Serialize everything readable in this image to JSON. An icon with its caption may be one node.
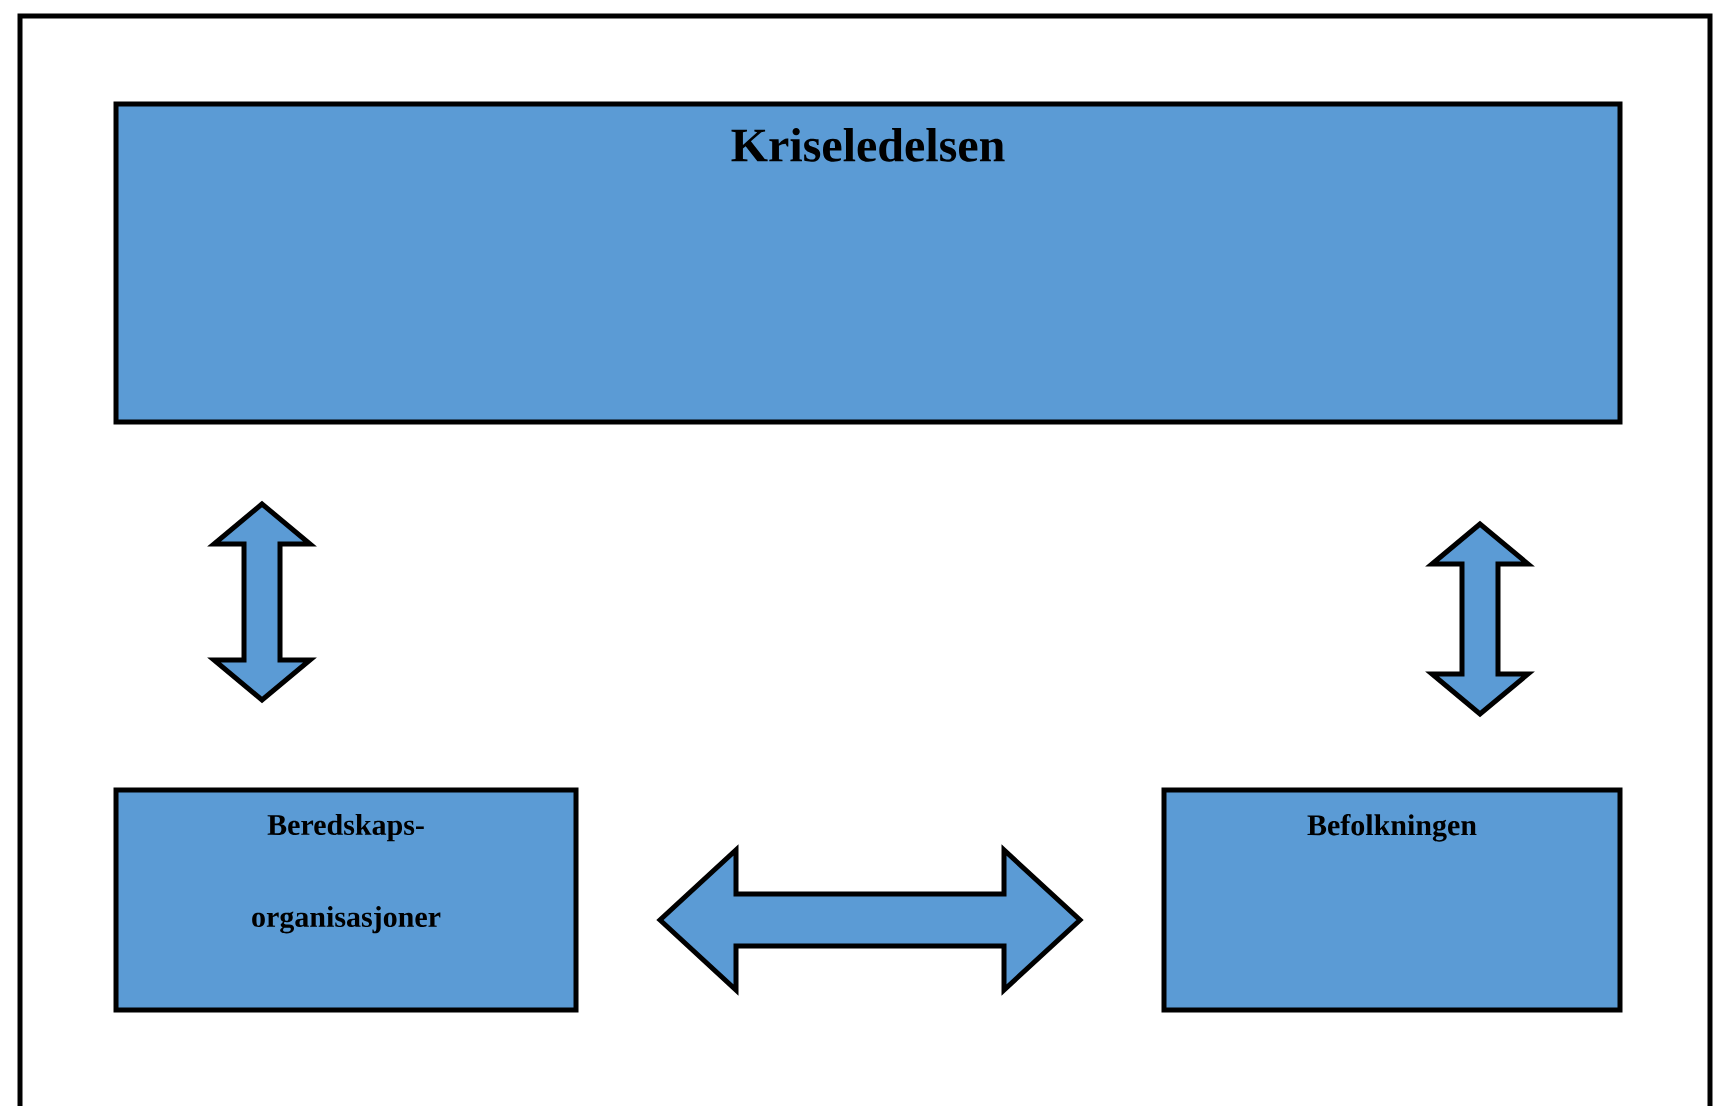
{
  "diagram": {
    "nodes": [
      {
        "text": [
          "Kriseledelsen"
        ]
      },
      {
        "text": [
          "Beredskaps- organisasjoner"
        ]
      },
      {
        "text": [
          "Befolkningen"
        ]
      }
    ],
    "edges": [
      {
        "from": 0,
        "to": 1,
        "arrow": "both"
      },
      {
        "from": 0,
        "to": 2,
        "arrow": "both"
      },
      {
        "from": 1,
        "to": 2,
        "arrow": "both"
      }
    ]
  }
}
